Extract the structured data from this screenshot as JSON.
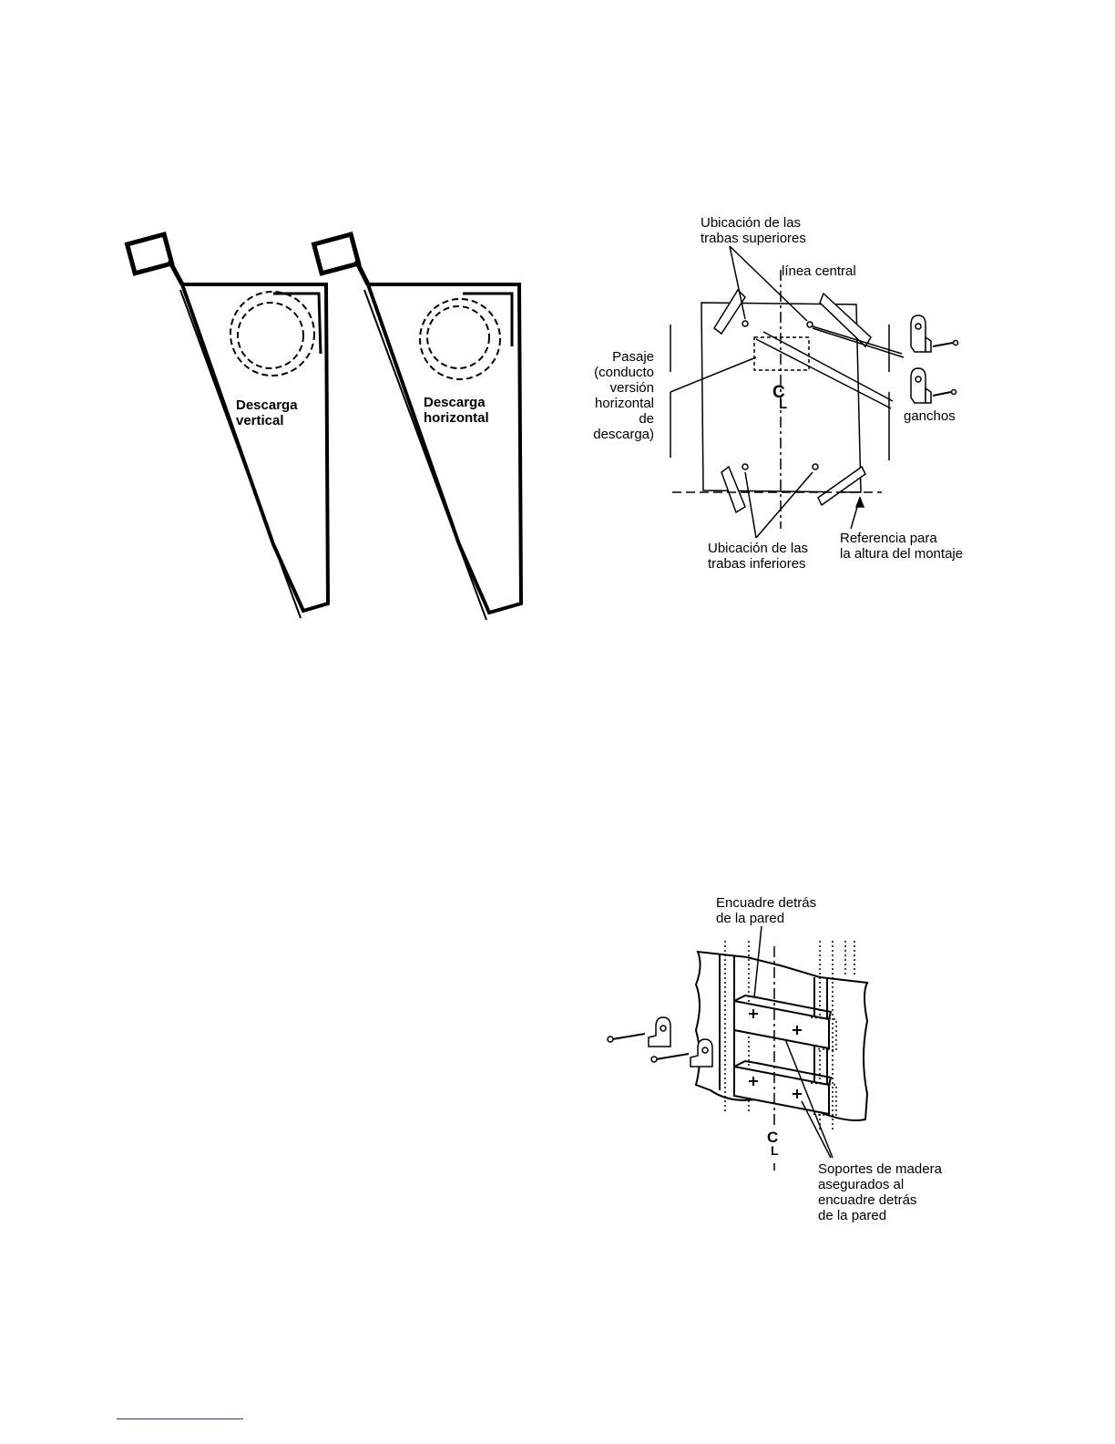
{
  "figure1": {
    "vertical_label": [
      "Descarga",
      "vertical"
    ],
    "horizontal_label": [
      "Descarga",
      "horizontal"
    ]
  },
  "figure2": {
    "upper_latches": [
      "Ubicación de las",
      "trabas superiores"
    ],
    "centerline": "línea central",
    "passage": [
      "Pasaje",
      "(conducto",
      "versión",
      "horizontal",
      "de",
      "descarga)"
    ],
    "centerline_symbol": "C",
    "centerline_symbol_sub": "L",
    "hooks": "ganchos",
    "lower_latches": [
      "Ubicación de las",
      "trabas inferiores"
    ],
    "mount_reference": [
      "Referencia para",
      "la altura del montaje"
    ]
  },
  "figure3": {
    "framing": [
      "Encuadre detrás",
      "de la pared"
    ],
    "centerline_symbol": "C",
    "centerline_symbol_sub": "L",
    "supports": [
      "Soportes de madera",
      "asegurados al",
      "encuadre detrás",
      "de la pared"
    ]
  }
}
